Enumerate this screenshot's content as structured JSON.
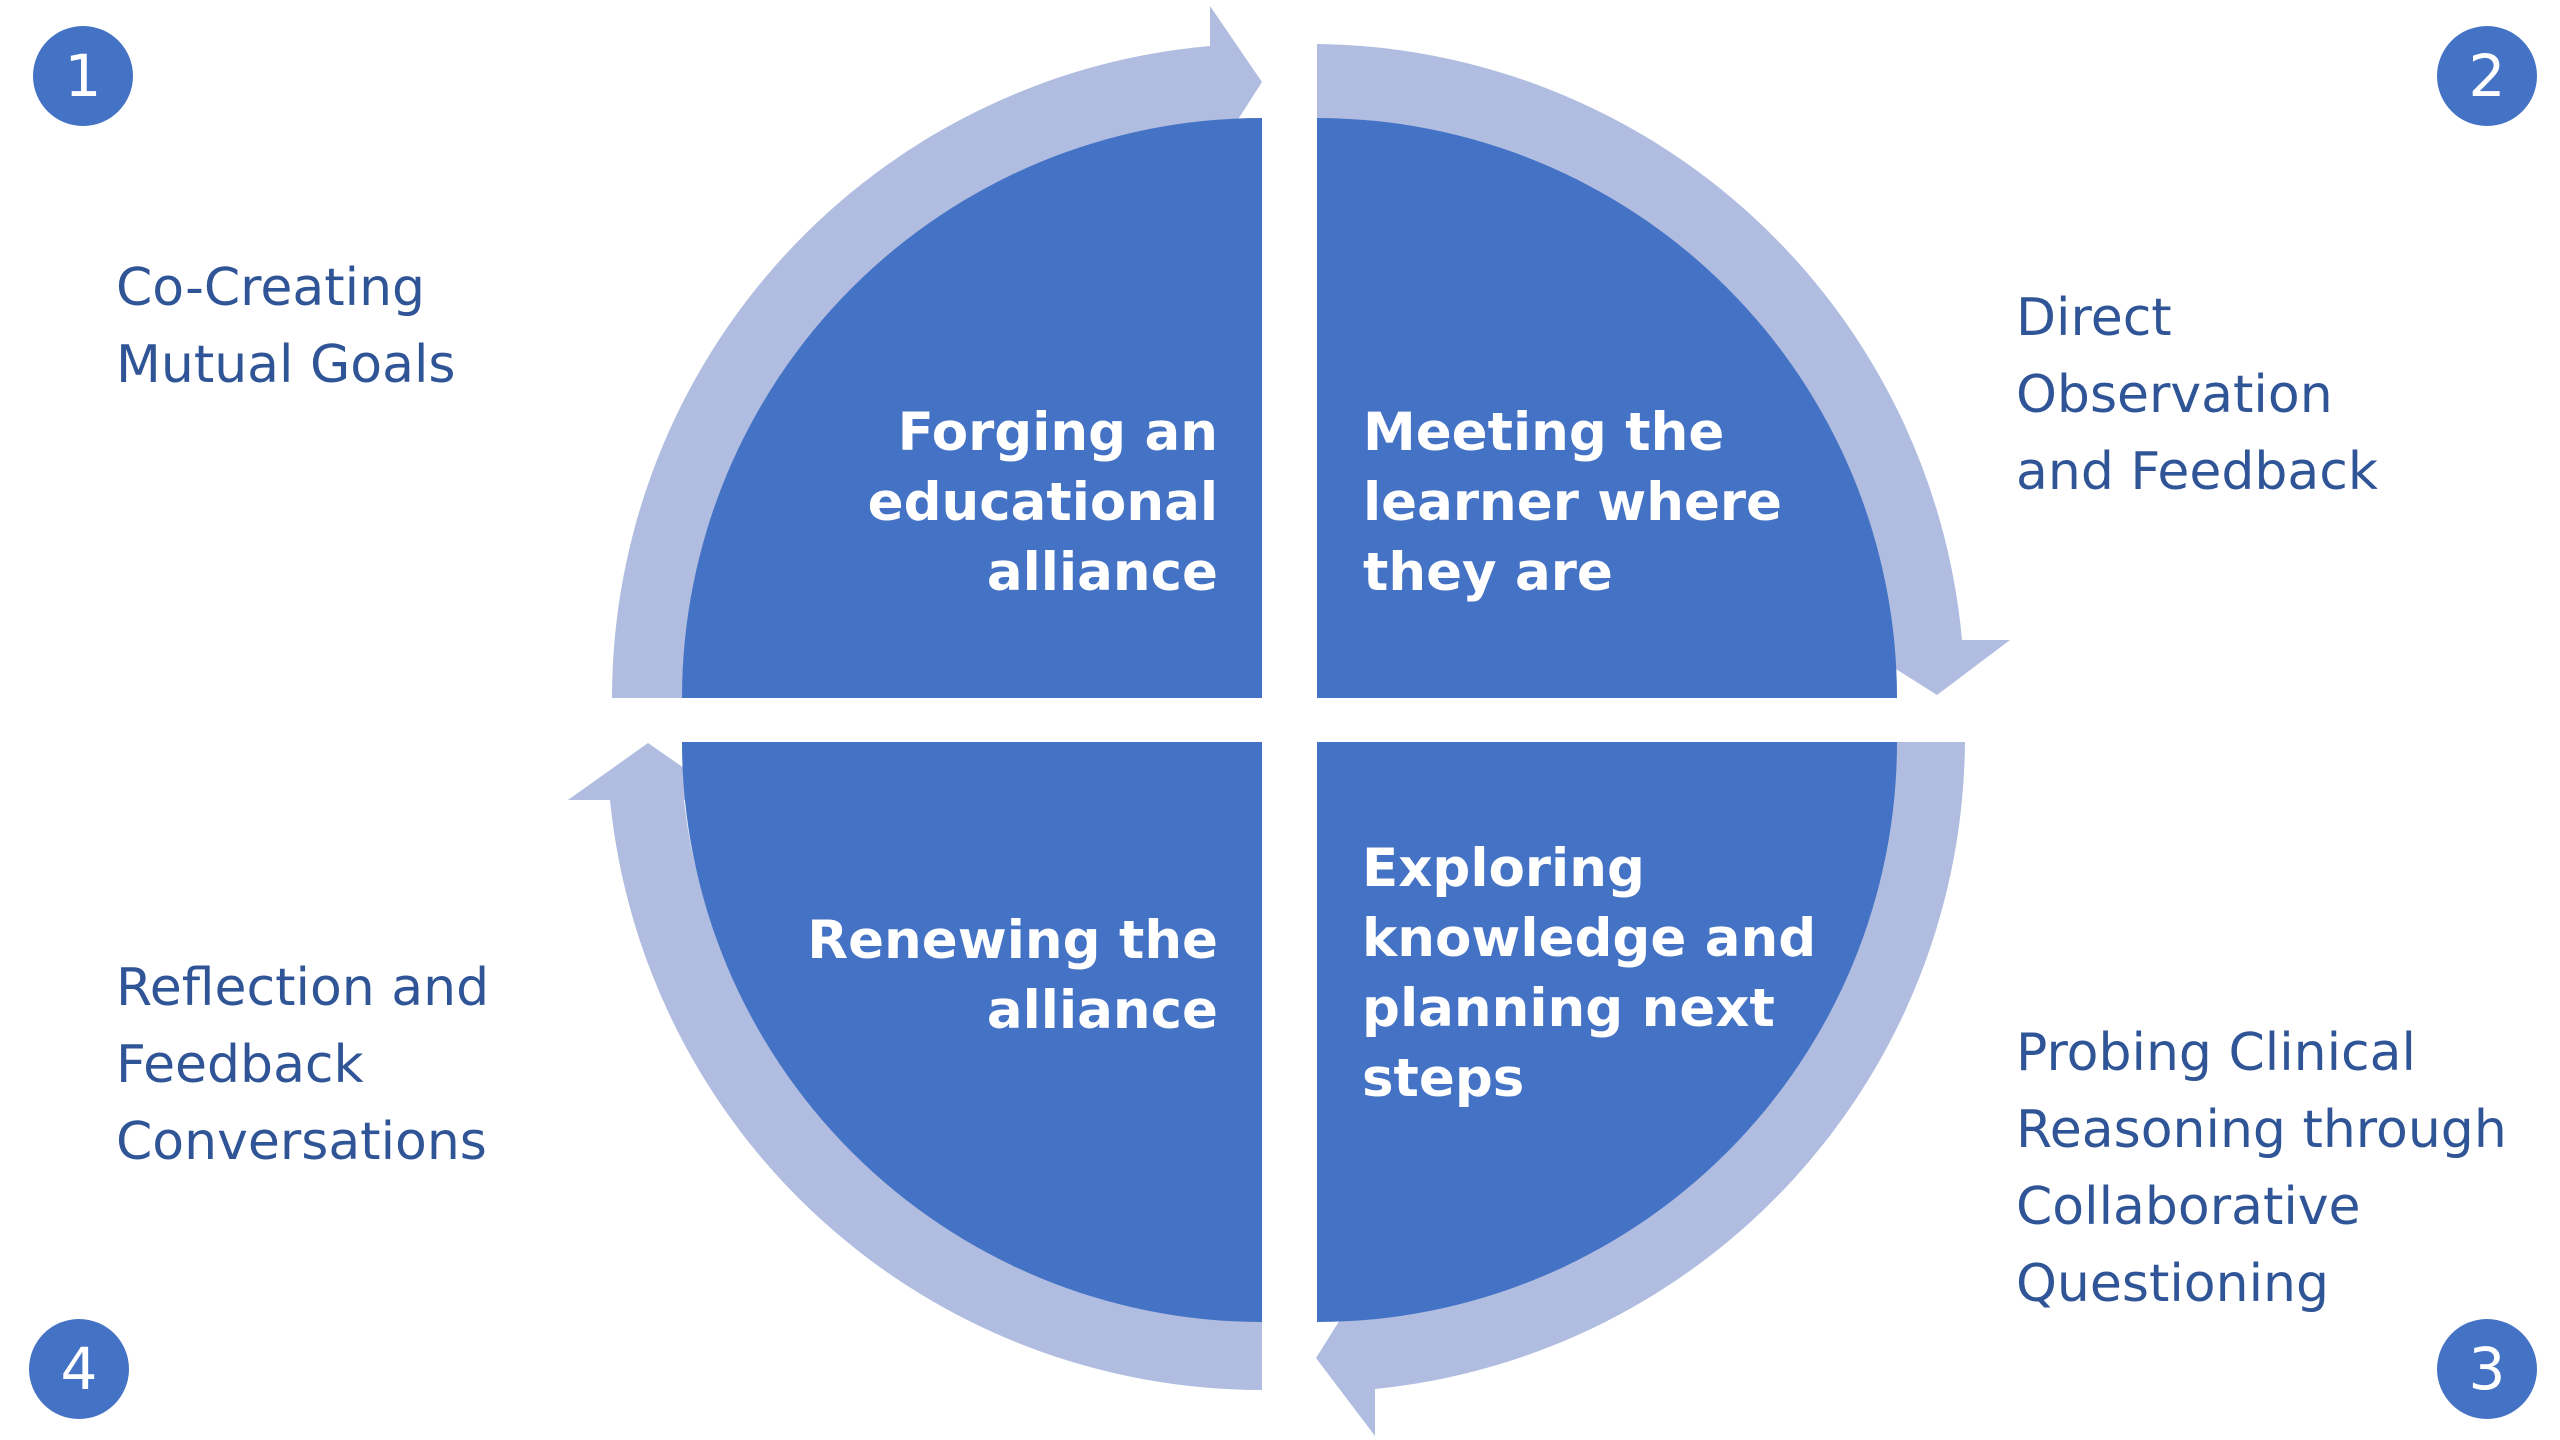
{
  "colors": {
    "quadrant_fill": "#4472c4",
    "ring_fill": "#b0bde0",
    "badge_fill": "#4472c4",
    "side_text": "#2f5597",
    "quadrant_text": "#ffffff"
  },
  "steps": [
    {
      "number": "1",
      "quadrant_lines": [
        "Forging an",
        "educational",
        "alliance"
      ],
      "side_lines": [
        "Co-Creating",
        "Mutual Goals"
      ]
    },
    {
      "number": "2",
      "quadrant_lines": [
        "Meeting the",
        "learner where",
        "they are"
      ],
      "side_lines": [
        "Direct",
        "Observation",
        "and Feedback"
      ]
    },
    {
      "number": "3",
      "quadrant_lines": [
        "Exploring",
        "knowledge and",
        "planning next",
        "steps"
      ],
      "side_lines": [
        "Probing Clinical",
        "Reasoning through",
        "Collaborative",
        "Questioning"
      ]
    },
    {
      "number": "4",
      "quadrant_lines": [
        "Renewing the",
        "alliance"
      ],
      "side_lines": [
        "Reflection and",
        "Feedback",
        "Conversations"
      ]
    }
  ]
}
